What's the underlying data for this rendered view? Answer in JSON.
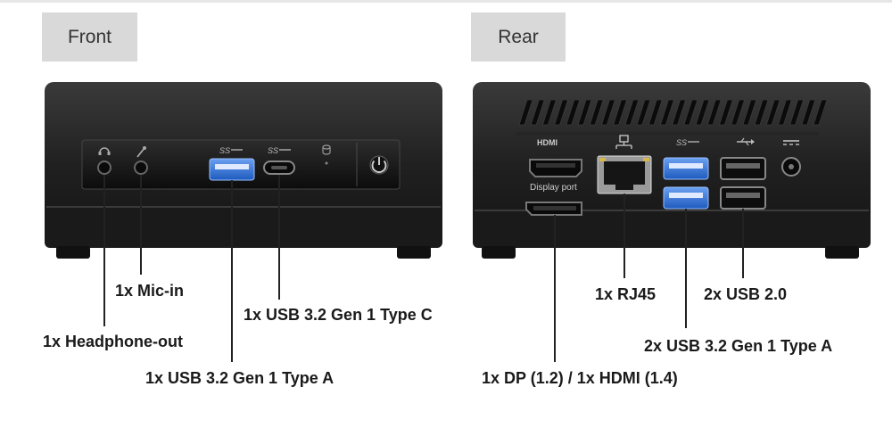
{
  "tabs": {
    "front": "Front",
    "rear": "Rear"
  },
  "front_callouts": {
    "mic_in": "1x Mic-in",
    "usb_c": "1x USB 3.2 Gen 1 Type C",
    "headphone_out": "1x Headphone-out",
    "usb_a": "1x USB 3.2 Gen 1 Type A"
  },
  "rear_callouts": {
    "rj45": "1x RJ45",
    "usb2": "2x USB 2.0",
    "usb3": "2x USB 3.2 Gen 1 Type A",
    "video": "1x DP (1.2) / 1x HDMI (1.4)"
  },
  "rear_port_labels": {
    "hdmi": "HDMI",
    "displayport": "Display port"
  },
  "icons": [
    "headphone-icon",
    "microphone-icon",
    "usb-superspeed-icon",
    "hdd-led-icon",
    "power-icon",
    "network-icon",
    "usb-icon",
    "dc-in-icon"
  ],
  "colors": {
    "device_body": "#1f1f1f",
    "usb3_port": "#2f6fd6",
    "tab_bg": "#d9d9d9"
  }
}
